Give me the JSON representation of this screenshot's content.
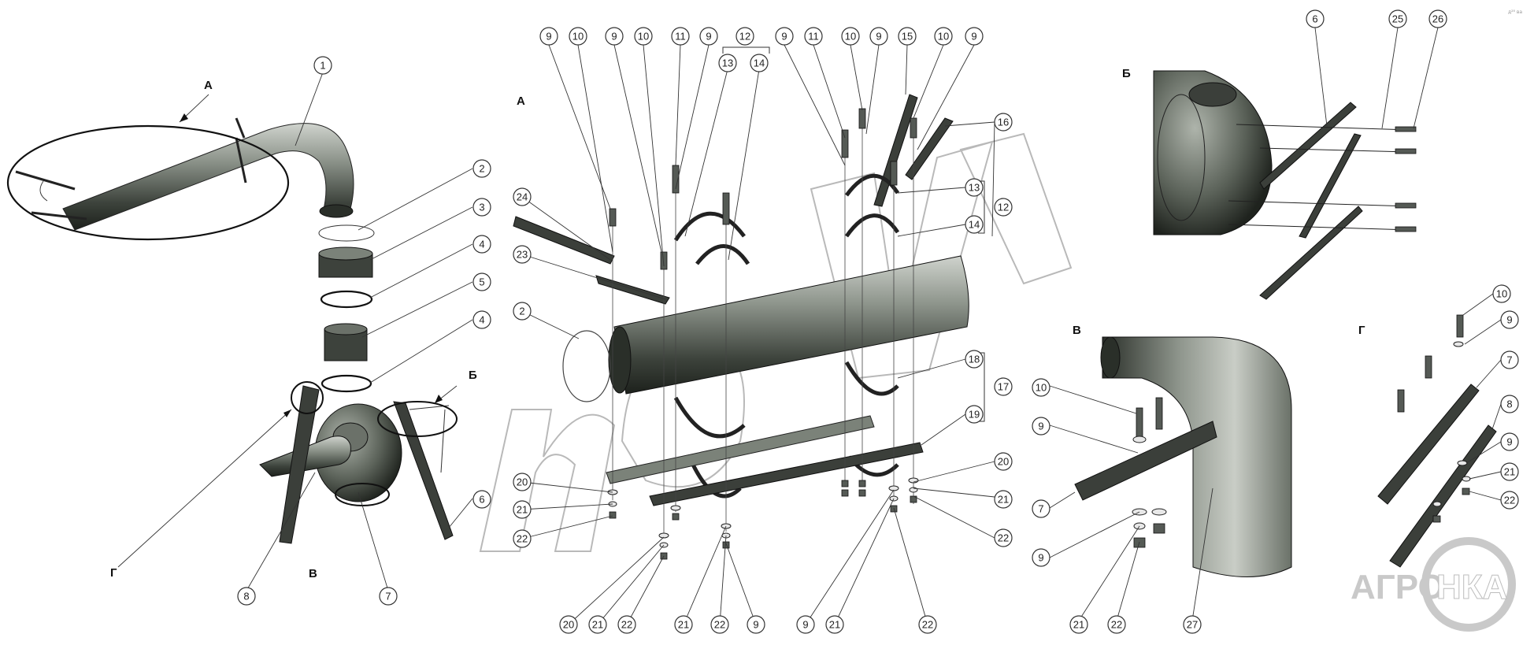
{
  "view_labels": {
    "main_detail_a": "А",
    "main_detail_b": "Б",
    "main_detail_v": "В",
    "main_detail_g": "Г",
    "panel_a": "А",
    "panel_b": "Б",
    "panel_v": "В",
    "panel_g": "Г"
  },
  "logo": {
    "left": "АГРО",
    "right": "НКА"
  },
  "corner_mark": "д²⁸ ва",
  "callouts": {
    "overview": [
      "1",
      "2",
      "3",
      "4",
      "5",
      "4",
      "8",
      "7",
      "6"
    ],
    "panel_a_top": [
      "9",
      "10",
      "9",
      "10",
      "11",
      "9",
      "12",
      "13",
      "14",
      "9",
      "11",
      "10",
      "9",
      "15",
      "10",
      "9"
    ],
    "panel_a_left": [
      "24",
      "23",
      "2",
      "20",
      "21",
      "22"
    ],
    "panel_a_right": [
      "16",
      "13",
      "12",
      "14",
      "18",
      "17",
      "19",
      "20",
      "21",
      "22"
    ],
    "panel_a_bottom": [
      "20",
      "21",
      "22",
      "21",
      "22",
      "9",
      "9",
      "21",
      "22"
    ],
    "panel_b": [
      "6",
      "25",
      "26"
    ],
    "panel_v": [
      "10",
      "9",
      "7",
      "9",
      "21",
      "22",
      "27"
    ],
    "panel_g": [
      "10",
      "9",
      "7",
      "8",
      "9",
      "21",
      "22"
    ]
  },
  "colors": {
    "metal_dark": "#3b3f3a",
    "metal_mid": "#7b8279",
    "watermark": "#b9b9b9"
  }
}
